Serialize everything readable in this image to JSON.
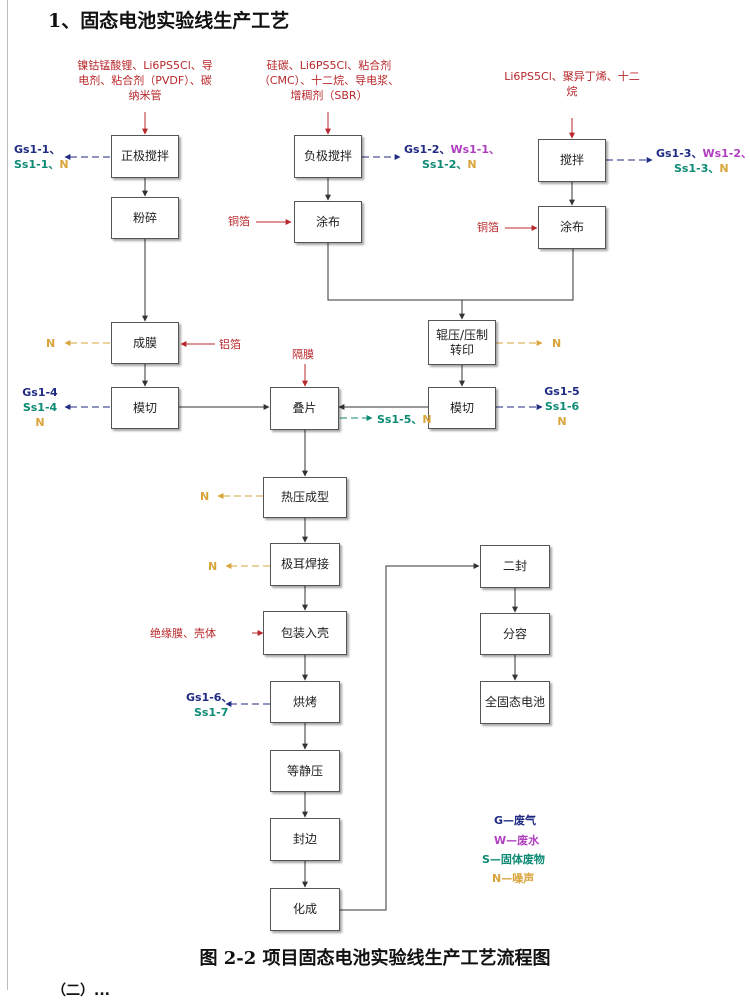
{
  "heading": "1、固态电池实验线生产工艺",
  "caption": "图 2-2  项目固态电池实验线生产工艺流程图",
  "cutoff_text": "（二）...",
  "inputs": {
    "cathode_mat": [
      "镍钴锰酸锂、Li6PS5Cl、导",
      "电剂、粘合剂（PVDF）、碳",
      "纳米管"
    ],
    "anode_mat": [
      "硅碳、Li6PS5Cl、粘合剂",
      "（CMC）、十二烷、导电浆、",
      "增稠剂（SBR）"
    ],
    "electrolyte_mat": [
      "Li6PS5Cl、聚异丁烯、十二",
      "烷"
    ],
    "copper_foil_1": "铜箔",
    "copper_foil_2": "铜箔",
    "aluminum_foil": "铝箔",
    "separator": "隔膜",
    "insulation_shell": "绝缘膜、壳体"
  },
  "steps": {
    "cathode_mixing": "正极搅拌",
    "crushing": "粉碎",
    "film_forming": "成膜",
    "die_cut_left": "模切",
    "anode_mixing": "负极搅拌",
    "coating_1": "涂布",
    "mixing": "搅拌",
    "coating_2": "涂布",
    "roll_press": [
      "辊压/压制",
      "转印"
    ],
    "die_cut_right": "模切",
    "stacking": "叠片",
    "hot_press": "热压成型",
    "tab_welding": "极耳焊接",
    "packaging": "包装入壳",
    "baking": "烘烤",
    "isostatic": "等静压",
    "edge_sealing": "封边",
    "formation": "化成",
    "second_seal": "二封",
    "grading": "分容",
    "final_battery": "全固态电池"
  },
  "emissions": {
    "e1_g": "Gs1-1、",
    "e1_s": "Ss1-1、",
    "e1_n": "N",
    "e2_g": "Gs1-2、",
    "e2_w": "Ws1-1、",
    "e2_s": "Ss1-2、",
    "e2_n": "N",
    "e3_g": "Gs1-3、",
    "e3_w": "Ws1-2、",
    "e3_s": "Ss1-3、",
    "e3_n": "N",
    "e_film_n": "N",
    "e_roll_n": "N",
    "e4_g": "Gs1-4",
    "e4_s": "Ss1-4",
    "e4_n": "N",
    "e5_g": "Gs1-5",
    "e5_s": "Ss1-6",
    "e5_n": "N",
    "e_stack_s": "Ss1-5、",
    "e_stack_n": "N",
    "e_hot_n": "N",
    "e_weld_n": "N",
    "e6_g": "Gs1-6、",
    "e6_s": "Ss1-7"
  },
  "legend": {
    "g": "G—废气",
    "w": "W—废水",
    "s": "S—固体废物",
    "n": "N—噪声"
  },
  "colors": {
    "input_red": "#b8282b",
    "gas_blue": "#1f2a82",
    "water_purple": "#b03fc0",
    "solid_green": "#0c8a74",
    "noise_yellow": "#d9a43a"
  }
}
